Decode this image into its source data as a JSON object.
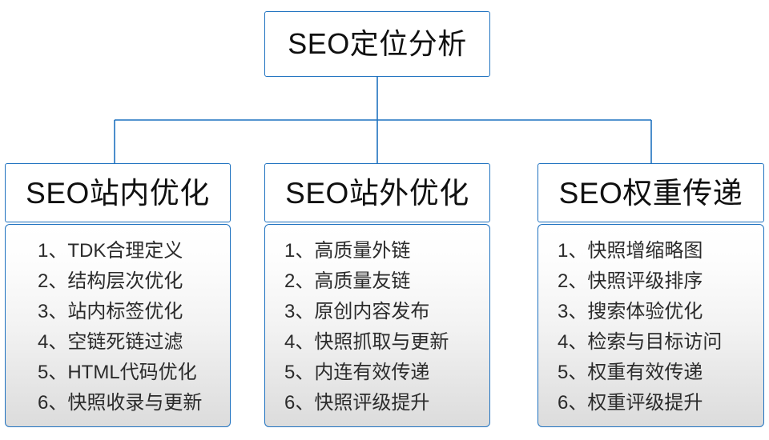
{
  "diagram": {
    "root": {
      "label": "SEO定位分析"
    },
    "accent_color": "#1f72c0",
    "text_color": "#101010",
    "branches": [
      {
        "header": "SEO站内优化",
        "items": [
          "1、TDK合理定义",
          "2、结构层次优化",
          "3、站内标签优化",
          "4、空链死链过滤",
          "5、HTML代码优化",
          "6、快照收录与更新"
        ]
      },
      {
        "header": "SEO站外优化",
        "items": [
          "1、高质量外链",
          "2、高质量友链",
          "3、原创内容发布",
          "4、快照抓取与更新",
          "5、内连有效传递",
          "6、快照评级提升"
        ]
      },
      {
        "header": "SEO权重传递",
        "items": [
          "1、快照增缩略图",
          "2、快照评级排序",
          "3、搜索体验优化",
          "4、检索与目标访问",
          "5、权重有效传递",
          "6、权重评级提升"
        ]
      }
    ]
  }
}
